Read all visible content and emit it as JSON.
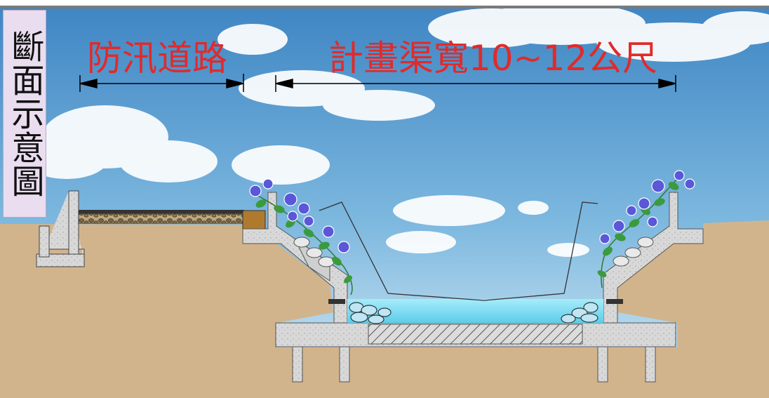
{
  "title": "斷面示意圖",
  "labels": {
    "road": "防汛道路",
    "channel": "計畫渠寬10~12公尺"
  },
  "colors": {
    "label_red": "#e12a2a",
    "title_bg": "#e9ddef",
    "soil": "#d2b48c",
    "concrete": "#d9d9d9",
    "water": "#7fd8f0",
    "sky_top": "#4a90c8",
    "sky_bottom": "#cfe6f3",
    "flower": "#5a57d8",
    "leaf": "#3b9a3e"
  },
  "icons": [
    "morning-glory-vine-icon",
    "riprap-stone-icon",
    "road-gravel-icon"
  ]
}
